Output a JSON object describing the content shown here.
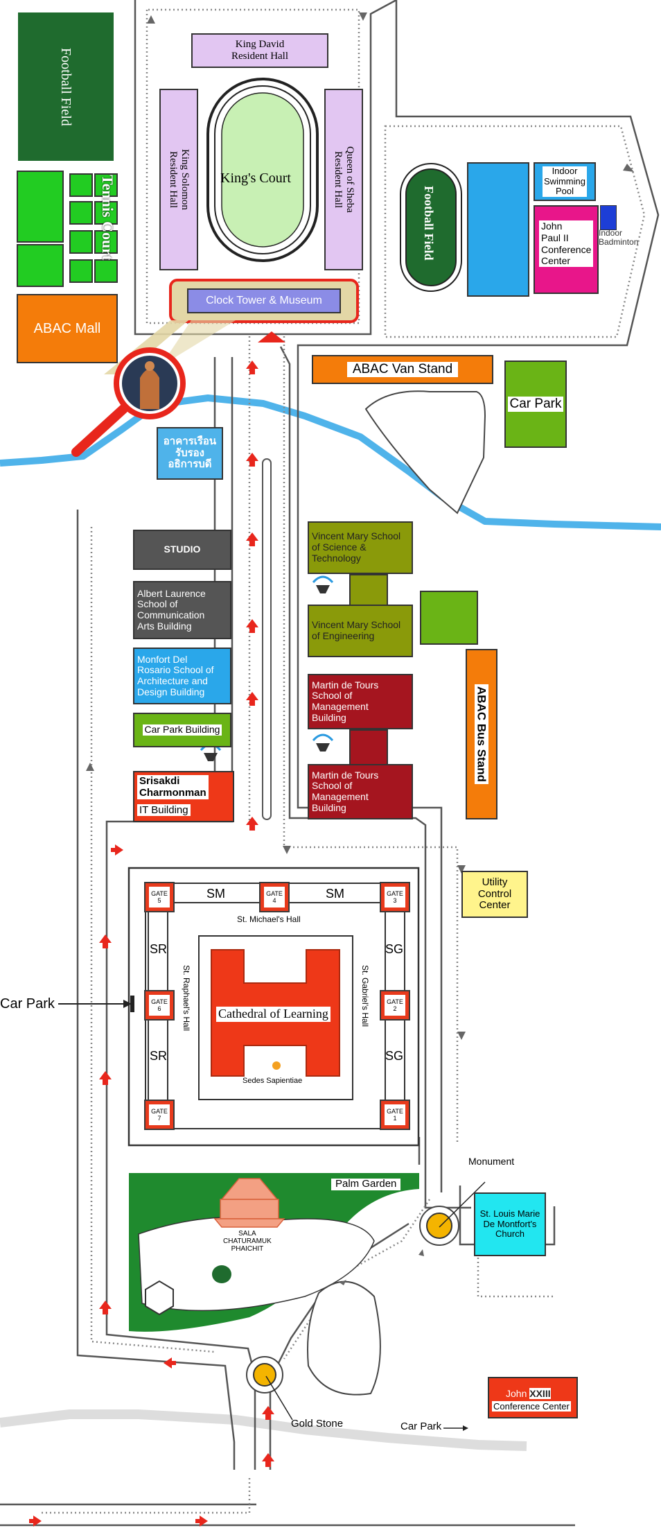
{
  "colors": {
    "road": "#555555",
    "river": "#4fb3ea",
    "arrow": "#e8261c",
    "dark_green": "#1f6b2e",
    "bright_green": "#22cc22",
    "orange": "#f47c0a",
    "lavender": "#e2c6f2",
    "olive": "#8a9a0a",
    "maroon": "#a5151f",
    "blue": "#2aa7ea",
    "red_building": "#ee3818",
    "yellow": "#fff48c"
  },
  "north": {
    "football_field_west": "Football Field",
    "tennis_court": "Tennis Court",
    "abac_mall": "ABAC Mall",
    "king_david": "King David\nResident Hall",
    "king_solomon": "King Solomon\nResident Hall",
    "queen_of_sheba": "Queen of Sheba\nResident Hall",
    "kings_court": "King's Court",
    "clock_tower": "Clock Tower & Museum",
    "football_field_east": "Football Field",
    "indoor_swimming_pool": "Indoor\nSwimming\nPool",
    "john_paul_ii": "John\nPaul II\nConference\nCenter",
    "indoor_badminton": "Indoor\nBadminton",
    "van_stand": "ABAC Van Stand",
    "car_park_ne": "Car Park",
    "thai_building": "อาคารเรือน\nรับรอง\nอธิการบดี"
  },
  "middle": {
    "studio": "STUDIO",
    "albert_laurence": "Albert Laurence\nSchool of\nCommunication\nArts Building",
    "monfort_del_rosario": "Monfort Del\nRosario School of\nArchitecture and\nDesign Building",
    "car_park_building": "Car Park Building",
    "srisakdi": "Srisakdi\nCharmonman",
    "it_building": "IT Building",
    "vms_science": "Vincent Mary School\nof Science &\nTechnology",
    "vms_engineering": "Vincent Mary School\nof Engineering",
    "mdt_1": "Martin de Tours\nSchool of\nManagement\nBuilding",
    "mdt_2": "Martin de Tours\nSchool of\nManagement\nBuilding",
    "bus_stand": "ABAC Bus Stand"
  },
  "quad": {
    "utility": "Utility\nControl\nCenter",
    "gates": [
      {
        "label": "GATE\n5"
      },
      {
        "label": "GATE\n4"
      },
      {
        "label": "GATE\n3"
      },
      {
        "label": "GATE\n6"
      },
      {
        "label": "GATE\n2"
      },
      {
        "label": "GATE\n7"
      },
      {
        "label": "GATE\n1"
      }
    ],
    "sm_left": "SM",
    "sm_right": "SM",
    "sr_top": "SR",
    "sr_bottom": "SR",
    "sg_top": "SG",
    "sg_bottom": "SG",
    "st_michael": "St. Michael's Hall",
    "st_raphael": "St. Raphael's Hall",
    "st_gabriel": "St. Gabriel's Hall",
    "cathedral": "Cathedral of Learning",
    "sedes": "Sedes Sapientiae",
    "car_park_west": "Car Park"
  },
  "south": {
    "palm_garden": "Palm Garden",
    "sala": "SALA\nCHATURAMUK\nPHAICHIT",
    "monument": "Monument",
    "st_louis": "St. Louis Marie\nDe Montfort's\nChurch",
    "john_xxiii_a": "John ",
    "john_xxiii_b": "XXIII",
    "john_xxiii_c": "Conference Center",
    "gold_stone": "Gold Stone",
    "car_park_south": "Car Park"
  }
}
